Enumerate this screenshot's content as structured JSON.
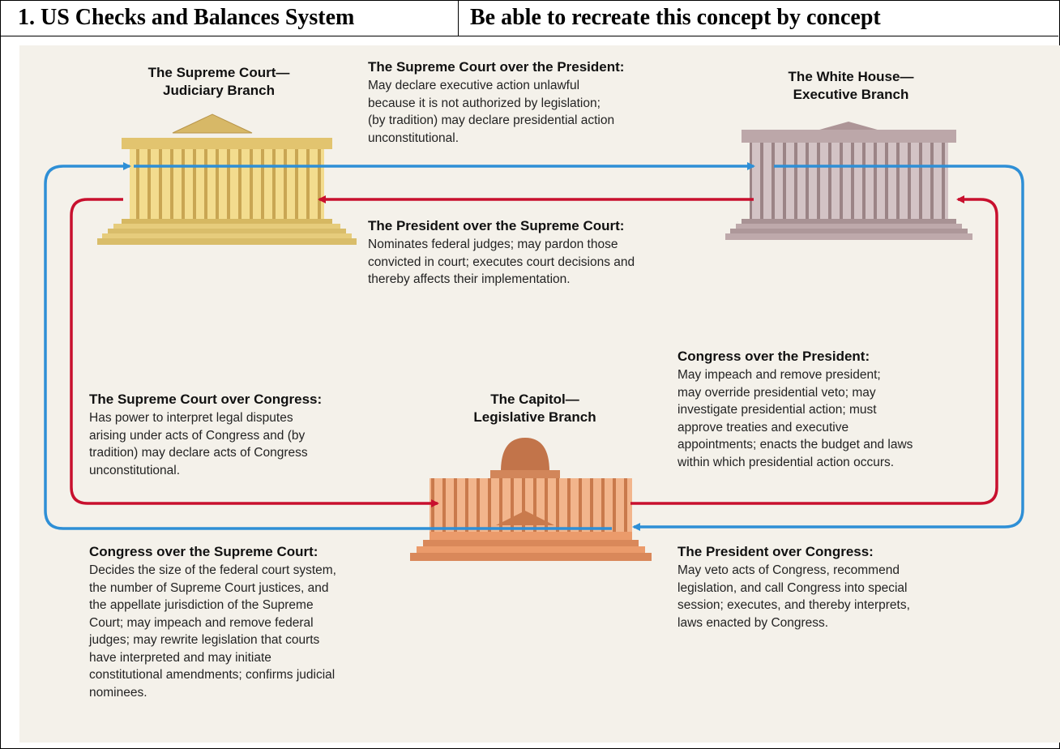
{
  "header": {
    "left": "1. US Checks and Balances System",
    "right": "Be able to recreate this concept by concept"
  },
  "branches": {
    "judiciary": {
      "line1": "The Supreme Court—",
      "line2": "Judiciary Branch"
    },
    "executive": {
      "line1": "The White House—",
      "line2": "Executive Branch"
    },
    "legislative": {
      "line1": "The Capitol—",
      "line2": "Legislative Branch"
    }
  },
  "checks": {
    "court_over_president": {
      "title": "The Supreme Court over the President:",
      "lines": [
        "May declare executive action unlawful",
        "because it is not authorized by legislation;",
        "(by tradition) may declare presidential action",
        "unconstitutional."
      ]
    },
    "president_over_court": {
      "title": "The President over the Supreme Court:",
      "lines": [
        "Nominates federal judges; may pardon those",
        "convicted in court; executes court decisions and",
        "thereby affects their implementation."
      ]
    },
    "congress_over_president": {
      "title": "Congress over the President:",
      "lines": [
        "May impeach and remove president;",
        "may override presidential veto; may",
        "investigate presidential action; must",
        "approve treaties and executive",
        "appointments; enacts the budget and laws",
        "within which presidential action occurs."
      ]
    },
    "court_over_congress": {
      "title": "The Supreme Court over Congress:",
      "lines": [
        "Has power to interpret legal disputes",
        "arising under acts of Congress and (by",
        "tradition) may declare acts of Congress",
        "unconstitutional."
      ]
    },
    "congress_over_court": {
      "title": "Congress over the Supreme Court:",
      "lines": [
        "Decides the size of the federal court system,",
        "the number of Supreme Court justices, and",
        "the appellate jurisdiction of the Supreme",
        "Court; may impeach and remove federal",
        "judges; may rewrite legislation that courts",
        "have interpreted and may initiate",
        "constitutional amendments; confirms judicial",
        "nominees."
      ]
    },
    "president_over_congress": {
      "title": "The President over Congress:",
      "lines": [
        "May veto acts of Congress, recommend",
        "legislation, and call Congress into special",
        "session; executes, and thereby interprets,",
        "laws enacted by Congress."
      ]
    }
  },
  "colors": {
    "blue_arrow": "#2e8fd6",
    "red_arrow": "#c8102e",
    "judiciary": "#e6c978",
    "executive": "#b9a3a5",
    "legislative": "#e79a6c",
    "background": "#f4f1ea"
  }
}
